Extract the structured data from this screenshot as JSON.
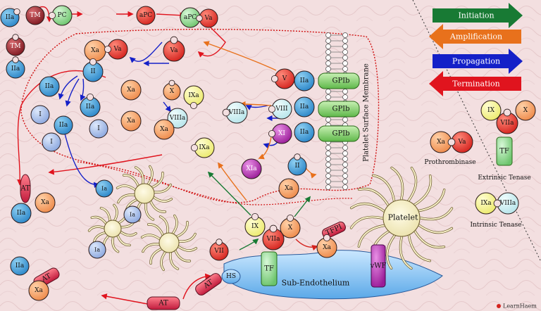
{
  "legend": {
    "initiation": "Initiation",
    "amplification": "Amplification",
    "propagation": "Propagation",
    "termination": "Termination",
    "colors": {
      "initiation": "#187a34",
      "amplification": "#e8711c",
      "propagation": "#1420c8",
      "termination": "#e0141e"
    }
  },
  "complexes": {
    "prothrombinase": "Prothrombinase",
    "extrinsic_tenase": "Extrinsic Tenase",
    "intrinsic_tenase": "Intrinsic Tenase"
  },
  "labels": {
    "platelet_membrane": "Platelet Surface Membrane",
    "sub_endothelium": "Sub-Endothelium",
    "platelet": "Platelet",
    "brand": "LearnHaem"
  },
  "factors": {
    "IIa": "IIa",
    "TM": "TM",
    "PC": "PC",
    "aPC": "aPC",
    "Va": "Va",
    "Xa": "Xa",
    "II": "II",
    "I": "I",
    "X": "X",
    "IXa": "IXa",
    "VIIIa": "VIIIa",
    "V": "V",
    "VIII": "VIII",
    "XI": "XI",
    "XIa": "XIa",
    "GPIb": "GPIb",
    "AT": "AT",
    "Ia": "Ia",
    "IX": "IX",
    "VIIa": "VIIa",
    "VII": "VII",
    "TF": "TF",
    "TFPI": "TFPI",
    "vWF": "vWF",
    "HS": "HS"
  }
}
